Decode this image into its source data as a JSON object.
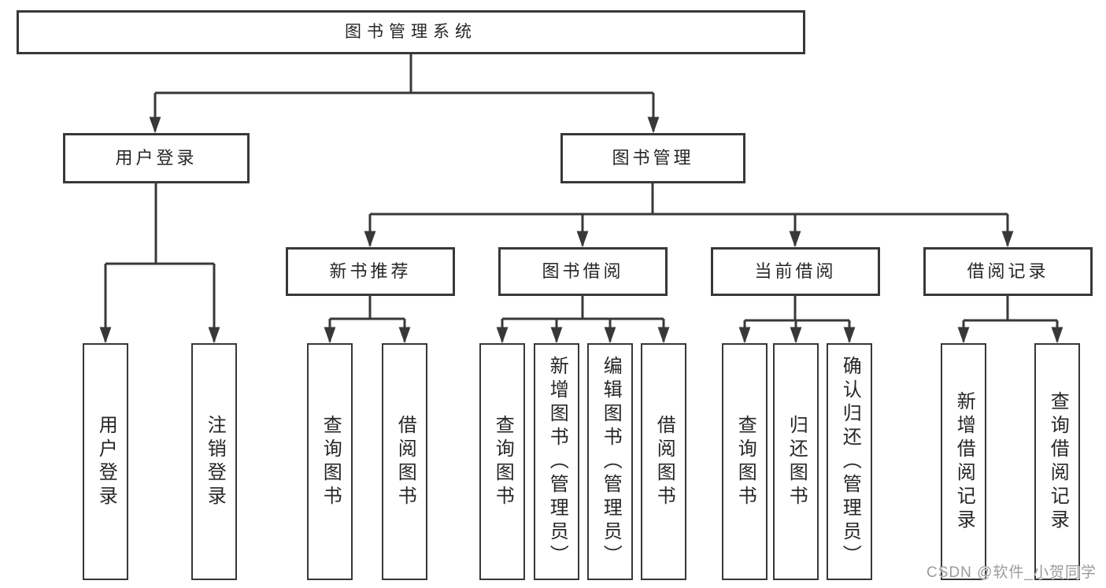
{
  "diagram": {
    "root": {
      "label": "图书管理系统",
      "children": [
        {
          "label": "用户登录",
          "children": [
            {
              "label": "用户登录"
            },
            {
              "label": "注销登录"
            }
          ]
        },
        {
          "label": "图书管理",
          "children": [
            {
              "label": "新书推荐",
              "children": [
                {
                  "label": "查询图书"
                },
                {
                  "label": "借阅图书"
                }
              ]
            },
            {
              "label": "图书借阅",
              "children": [
                {
                  "label": "查询图书"
                },
                {
                  "label": "新增图书（管理员）"
                },
                {
                  "label": "编辑图书（管理员）"
                },
                {
                  "label": "借阅图书"
                }
              ]
            },
            {
              "label": "当前借阅",
              "children": [
                {
                  "label": "查询图书"
                },
                {
                  "label": "归还图书"
                },
                {
                  "label": "确认归还（管理员）"
                }
              ]
            },
            {
              "label": "借阅记录",
              "children": [
                {
                  "label": "新增借阅记录"
                },
                {
                  "label": "查询借阅记录"
                }
              ]
            }
          ]
        }
      ]
    }
  },
  "watermark": "CSDN @软件_小贺同学",
  "colors": {
    "line": "#383838",
    "border": "#383838",
    "text": "#262626",
    "watermark": "#9b9b9b",
    "background": "#ffffff"
  }
}
